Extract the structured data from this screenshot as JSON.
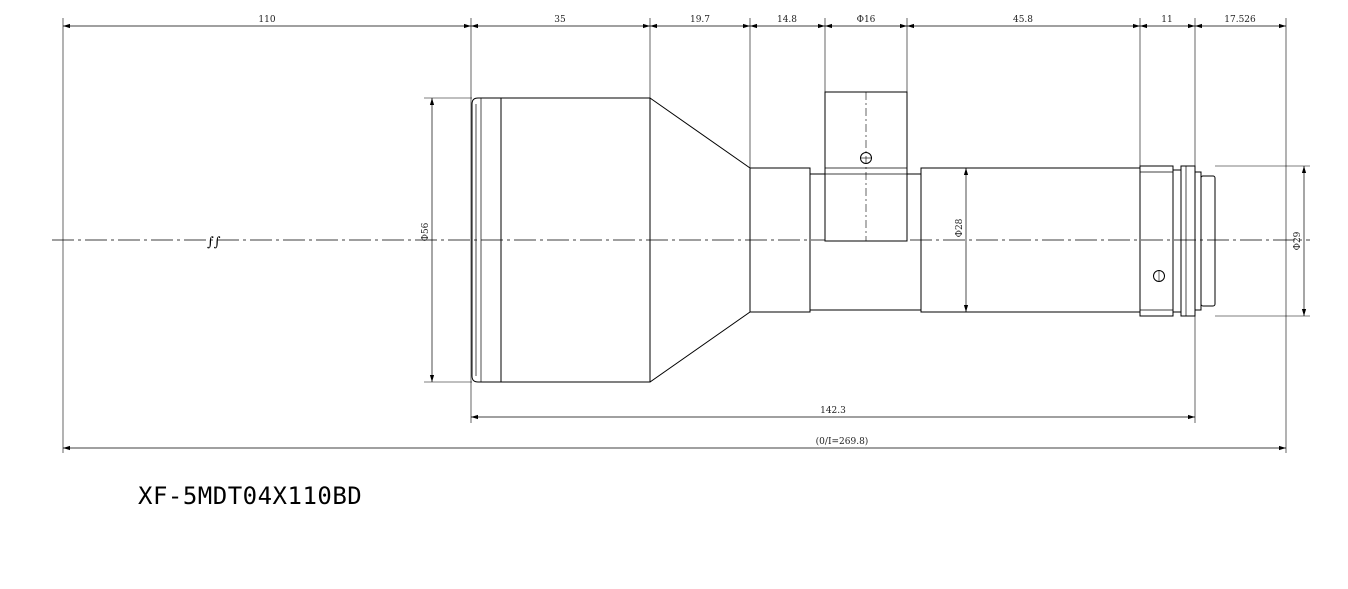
{
  "drawing": {
    "model": "XF-5MDT04X110BD",
    "break_symbol": "∫∫",
    "colors": {
      "line": "#000000",
      "text": "#222222",
      "background": "#ffffff"
    },
    "dimensions": {
      "top": [
        "110",
        "35",
        "19.7",
        "14.8",
        "Φ16",
        "45.8",
        "11",
        "17.526"
      ],
      "body_length": "142.3",
      "overall_length": "(0/I=269.8)"
    },
    "diameters": {
      "front": "Φ56",
      "middle": "Φ28",
      "rear": "Φ29"
    }
  }
}
